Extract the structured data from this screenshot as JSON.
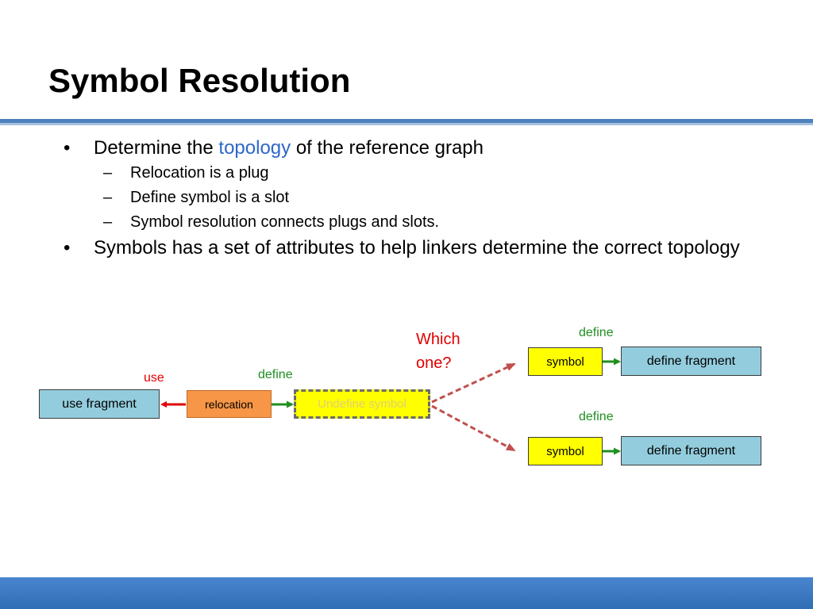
{
  "slide": {
    "title": "Symbol Resolution"
  },
  "bullets": [
    {
      "pre": "Determine the ",
      "highlight": "topology",
      "post": " of the reference graph",
      "sub": [
        "Relocation is a plug",
        "Define symbol is a slot",
        "Symbol resolution connects plugs and slots."
      ]
    },
    {
      "text": "Symbols has a set of attributes to help linkers determine the correct topology"
    }
  ],
  "markers": {
    "bullet": "•",
    "dash": "–"
  },
  "diagram": {
    "use_fragment": "use fragment",
    "relocation": "relocation",
    "undefine_symbol": "Undefine symbol",
    "symbol_top": "symbol",
    "define_fragment_top": "define fragment",
    "symbol_bottom": "symbol",
    "define_fragment_bottom": "define fragment",
    "label_use": "use",
    "label_define_left": "define",
    "label_define_top": "define",
    "label_define_bottom": "define",
    "question_line1": "Which",
    "question_line2": "one?"
  },
  "colors": {
    "accent_blue": "#4f81bd",
    "fragment_fill": "#93cddd",
    "symbol_fill": "#ffff00",
    "relocation_fill": "#f79646",
    "use_arrow": "#e00000",
    "define_arrow": "#1f8f1f",
    "candidate_arrow": "#c0504d"
  }
}
